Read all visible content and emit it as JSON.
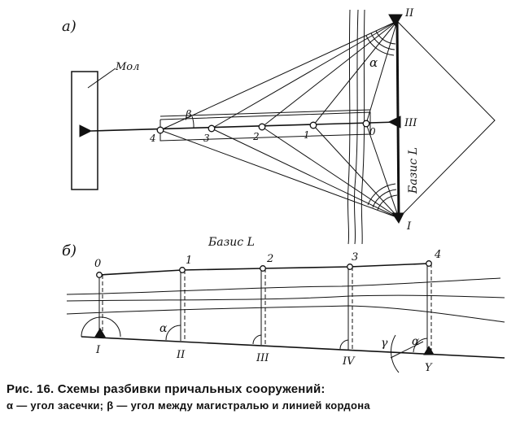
{
  "diagram_a": {
    "panel_label": "а)",
    "mol_label": "Мол",
    "angle_alpha": "α",
    "angle_beta": "β",
    "base_label": "Базис L",
    "point_labels": [
      "4",
      "3",
      "2",
      "1",
      "0"
    ],
    "station_II": "II",
    "station_III": "III",
    "station_I": "I"
  },
  "diagram_b": {
    "panel_label": "б)",
    "base_label": "Базис L",
    "top_labels": [
      "0",
      "1",
      "2",
      "3",
      "4"
    ],
    "bottom_labels": [
      "I",
      "II",
      "III",
      "IV",
      "Y"
    ],
    "angle_alpha_left": "α",
    "angle_gamma": "γ",
    "angle_alpha_right": "α"
  },
  "caption": {
    "title": "Рис. 16. Схемы разбивки причальных сооружений:",
    "legend": "α — угол засечки; β — угол между магистралью и линией кордона"
  }
}
